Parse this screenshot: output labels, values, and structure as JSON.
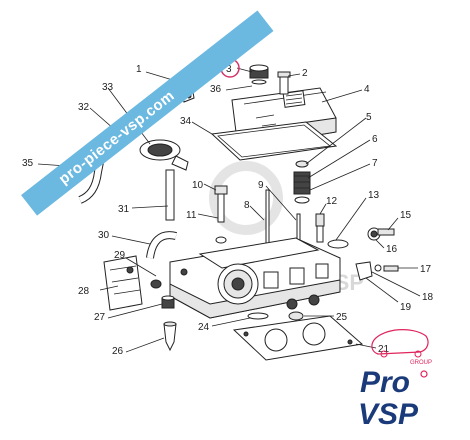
{
  "watermark_ribbon": {
    "text": "pro-piece-vsp.com",
    "color": "#6bb8e0"
  },
  "highlight_color": "#d6336c",
  "callouts": {
    "c1": "1",
    "c2": "2",
    "c3": "3",
    "c4": "4",
    "c5": "5",
    "c6": "6",
    "c7": "7",
    "c8": "8",
    "c9": "9",
    "c10": "10",
    "c11": "11",
    "c12": "12",
    "c13": "13",
    "c15": "15",
    "c16": "16",
    "c17": "17",
    "c18": "18",
    "c19": "19",
    "c21": "21",
    "c24": "24",
    "c25": "25",
    "c26": "26",
    "c27": "27",
    "c28": "28",
    "c29": "29",
    "c30": "30",
    "c31": "31",
    "c32": "32",
    "c33": "33",
    "c34": "34",
    "c35": "35",
    "c36": "36"
  },
  "logo": {
    "pro": "Pro",
    "vsp": "VSP",
    "group": "GROUP",
    "brand_color": "#1a3a7a",
    "accent_color": "#e0245e"
  }
}
